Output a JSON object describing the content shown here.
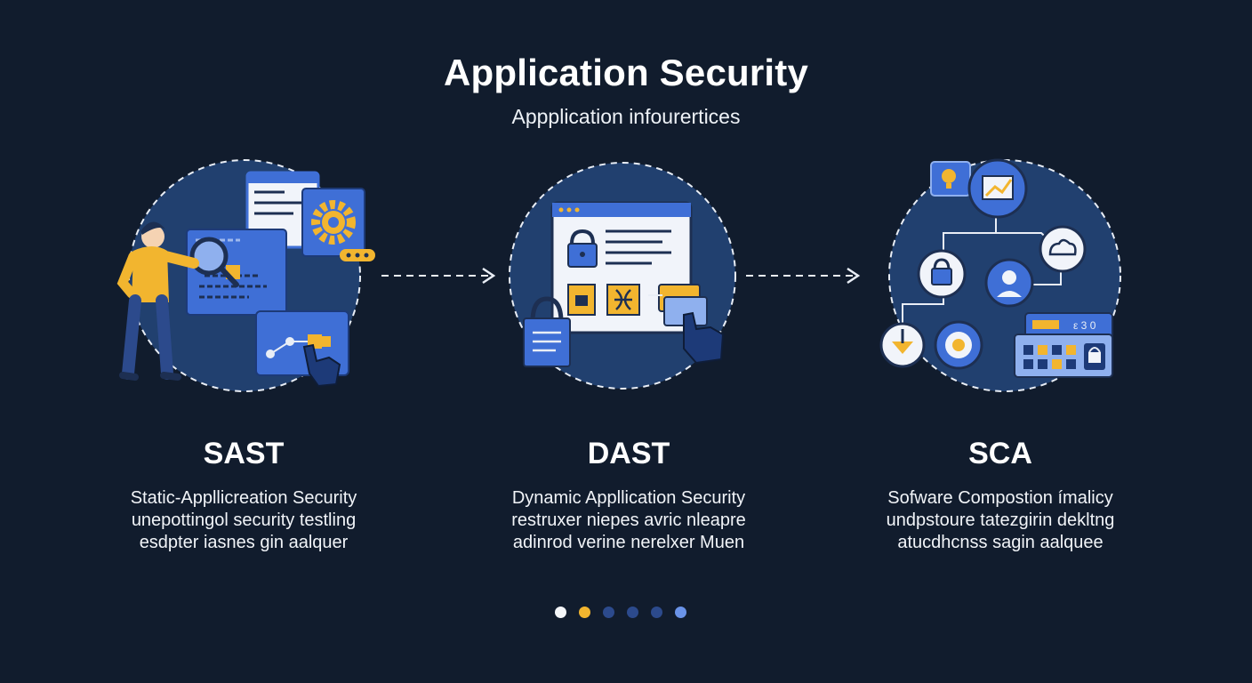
{
  "header": {
    "title": "Application Security",
    "subtitle": "Appplication infourertices"
  },
  "colors": {
    "background": "#111c2d",
    "circle": "#21406f",
    "accent_blue": "#3f6fd6",
    "accent_yellow": "#f2b52f"
  },
  "sections": [
    {
      "id": "sast",
      "heading": "SAST",
      "lines": [
        "Static-Appllicreation Security",
        "unepottingol security testling",
        "esdpter iasnes gin aalquer"
      ],
      "icons": [
        "developer-figure-icon",
        "magnifier-icon",
        "code-window-icon",
        "gear-icon",
        "pointer-hand-icon"
      ]
    },
    {
      "id": "dast",
      "heading": "DAST",
      "lines": [
        "Dynamic Appllication Security",
        "restruxer niepes avric nleapre",
        "adinrod verine nerelxer Muen"
      ],
      "icons": [
        "browser-window-icon",
        "padlock-icon",
        "document-lock-icon",
        "pointer-hand-icon"
      ]
    },
    {
      "id": "sca",
      "heading": "SCA",
      "lines": [
        "Sofware Compostion ímalicy",
        "undpstoure tatezgirin dekltng",
        "atucdhcnss sagin aalquee"
      ],
      "icons": [
        "lightbulb-icon",
        "chart-icon",
        "padlock-icon",
        "user-icon",
        "cloud-icon",
        "download-icon",
        "target-icon",
        "keyboard-icon"
      ],
      "device_label": "ε 3 0"
    }
  ],
  "pagination": {
    "dots": [
      "#f4f6f9",
      "#f2b52f",
      "#2c4a8c",
      "#2c4a8c",
      "#2c4a8c",
      "#6a93e8"
    ],
    "active_index": 1
  }
}
